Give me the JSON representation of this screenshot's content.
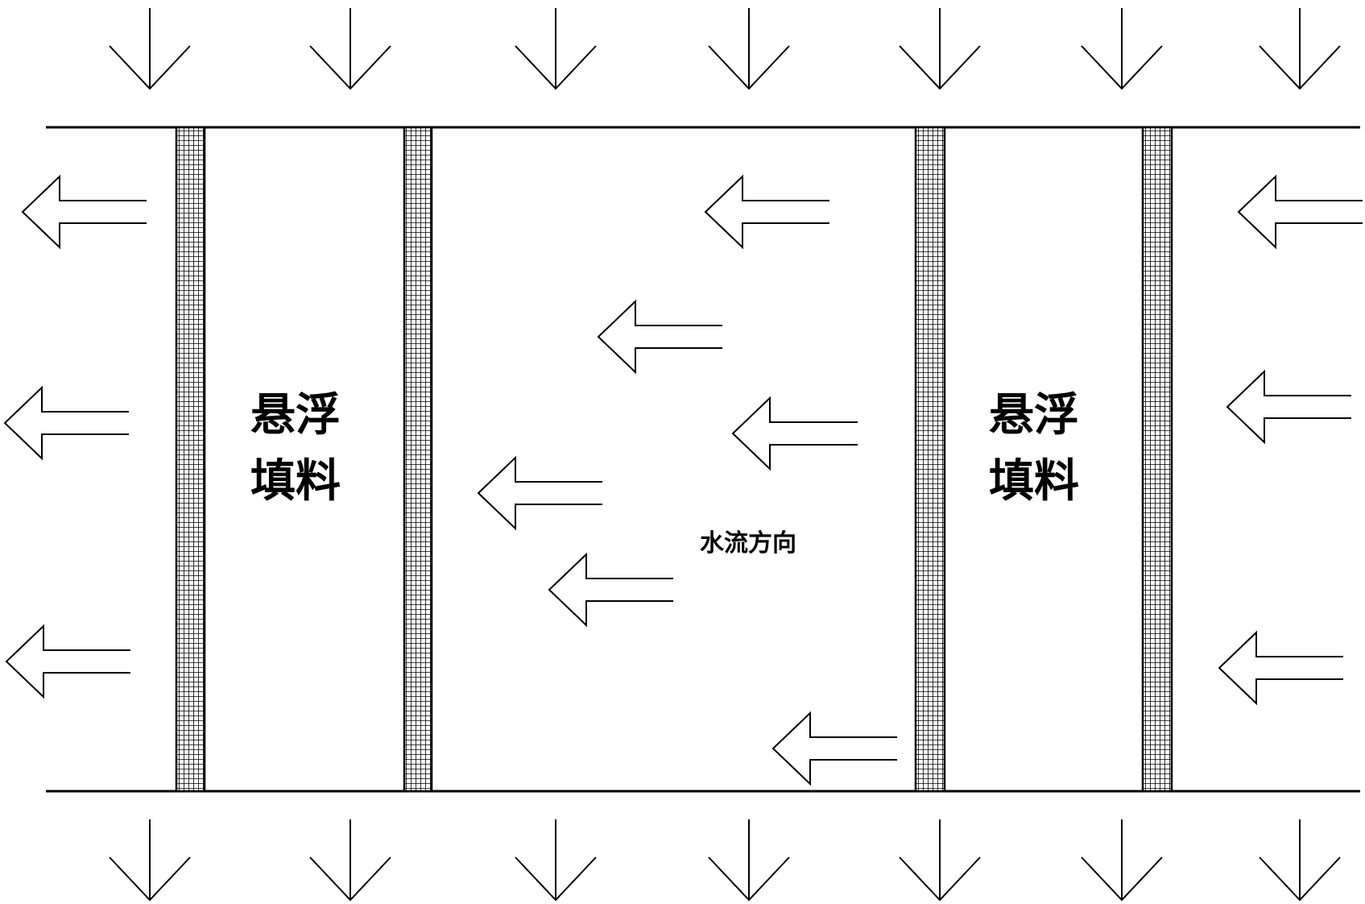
{
  "labels": {
    "left_packing_line1": "悬浮",
    "left_packing_line2": "填料",
    "right_packing_line1": "悬浮",
    "right_packing_line2": "填料",
    "flow_direction": "水流方向"
  },
  "colors": {
    "stroke": "#000000",
    "background": "#ffffff"
  }
}
